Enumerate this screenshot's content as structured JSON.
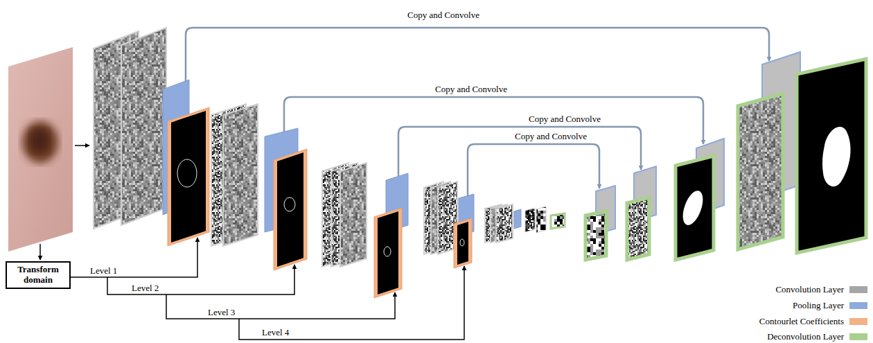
{
  "diagram": {
    "nodes": [
      {
        "text": [
          "Transform domain"
        ]
      }
    ],
    "labels": [
      "Copy and Convolve",
      "Copy and Convolve",
      "Copy and Convolve",
      "Copy and Convolve",
      "Level 1",
      "Level 2",
      "Level 3",
      "Level 4"
    ],
    "legend": [
      {
        "text": "Convolution Layer",
        "color": "#a6a6a6"
      },
      {
        "text": "Pooling Layer",
        "color": "#8faadc"
      },
      {
        "text": "Contourlet Coefficients",
        "color": "#f4b183"
      },
      {
        "text": "Deconvolution Layer",
        "color": "#a9d18e"
      }
    ]
  }
}
